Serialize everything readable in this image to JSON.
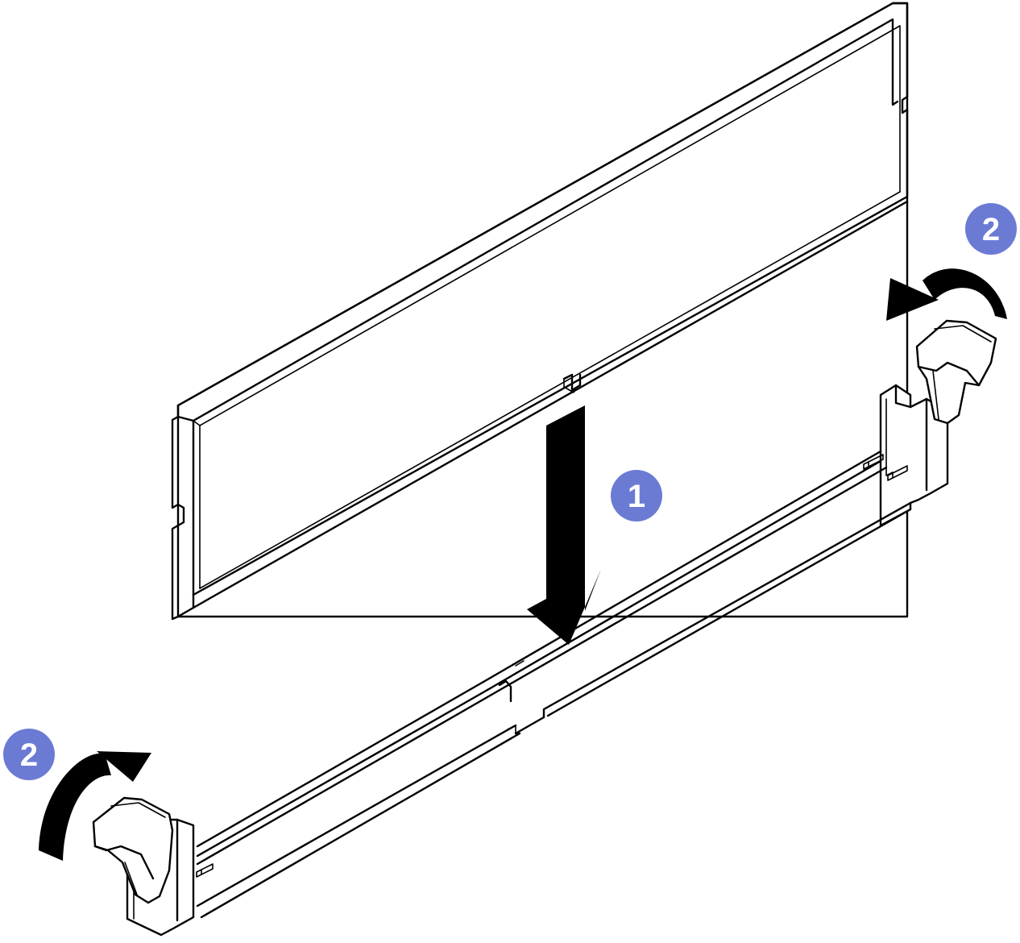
{
  "callouts": [
    {
      "id": "step-1",
      "label": "1"
    },
    {
      "id": "step-2-right",
      "label": "2"
    },
    {
      "id": "step-2-left",
      "label": "2"
    }
  ],
  "colors": {
    "callout_fill": "#6b7bd4",
    "line": "#000000",
    "background": "#ffffff"
  },
  "icons": {
    "memory_module": "dimm-module-icon",
    "insert_arrow": "arrow-down-icon",
    "latch_arrow_right": "curved-arrow-close-right-icon",
    "latch_arrow_left": "curved-arrow-close-left-icon"
  }
}
